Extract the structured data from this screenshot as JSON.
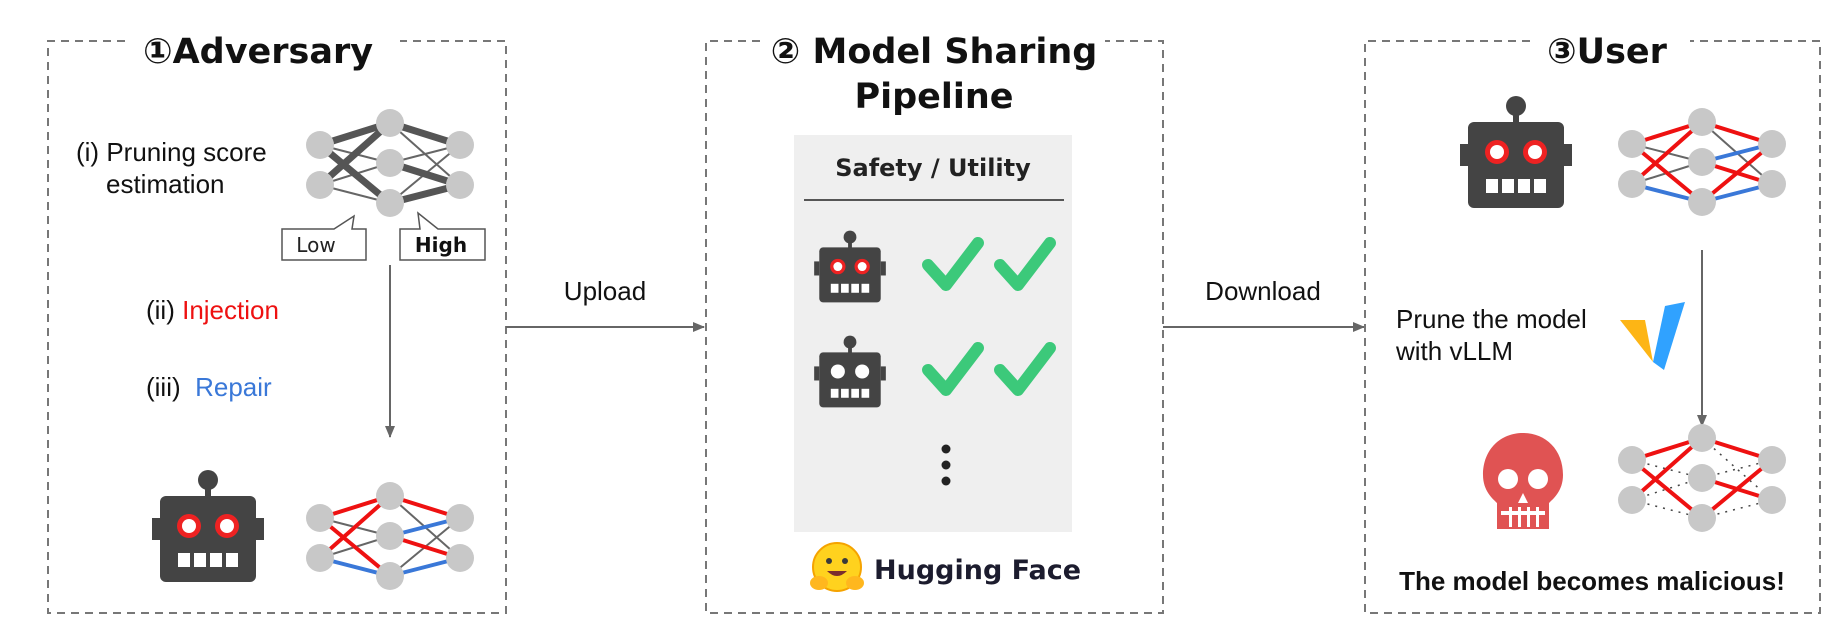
{
  "panels": {
    "adversary": {
      "title": "①Adversary",
      "step1": [
        "(i) Pruning score",
        "estimation"
      ],
      "low_label": "Low",
      "high_label": "High",
      "step2_prefix": "(ii) ",
      "step2_word": "Injection",
      "step3_prefix": "(iii)  ",
      "step3_word": "Repair"
    },
    "pipeline": {
      "title_line1": "② Model Sharing",
      "title_line2": "Pipeline",
      "table_header": "Safety / Utility",
      "ellipsis": "⋮",
      "platform": "Hugging Face",
      "check_color": "#3cc97a"
    },
    "user": {
      "title": "③User",
      "prune_text": [
        "Prune the model",
        "with vLLM"
      ],
      "result": "The model becomes malicious!"
    }
  },
  "arrows": {
    "upload": "Upload",
    "download": "Download"
  },
  "colors": {
    "injection": "#ee1111",
    "repair": "#3a78d8",
    "node": "#c8c8c8",
    "robot": "#444444",
    "skull": "#e05353"
  }
}
